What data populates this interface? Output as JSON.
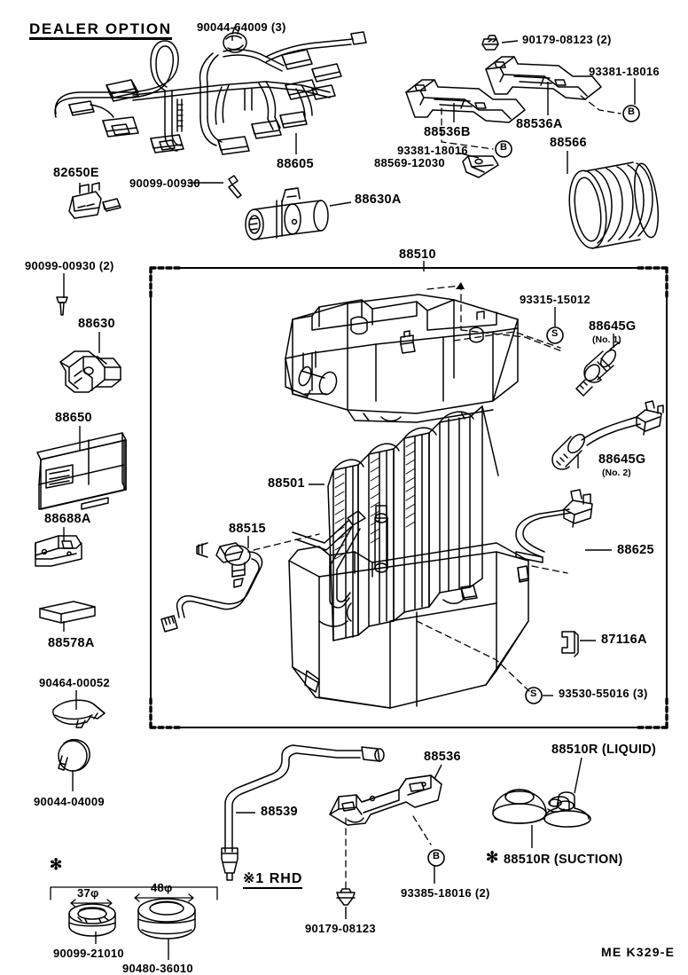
{
  "sheet": {
    "header": "DEALER OPTION",
    "footer_code": "ME  K329-E",
    "rhd_note": "※1 RHD"
  },
  "labels": {
    "harness_clip": "90044-64009 (3)",
    "harness": "88605",
    "relay_connector": "82650E",
    "screw_a": "90099-00930",
    "amplifier_unit": "88630A",
    "nut_top": "90179-08123 (2)",
    "bolt_right": "93381-18016",
    "bracket_b": "88536B",
    "bracket_a": "88536A",
    "bolt_left": "93381-18016",
    "clamp_small": "88569-12030",
    "duct_hose": "88566",
    "screw_b": "90099-00930 (2)",
    "thermistor": "88630",
    "ecu_amplifier": "88650",
    "bracket_88688a": "88688A",
    "insulator_88578a": "88578A",
    "clip_90464": "90464-00052",
    "clamp_90044": "90044-04009",
    "cooler_unit": "88510",
    "screw_93315": "93315-15012",
    "sensor_no1": "88645G",
    "sensor_no1_sub": "(No. 1)",
    "sensor_no2": "88645G",
    "sensor_no2_sub": "(No. 2)",
    "evaporator_core": "88501",
    "expansion_valve": "88515",
    "harness_88625": "88625",
    "clip_87116a": "87116A",
    "screw_93530": "93530-55016 (3)",
    "pipe_88539": "88539",
    "bracket_88536": "88536",
    "bolt_93385": "93385-18016 (2)",
    "nut_90179": "90179-08123",
    "grommet_liquid": "88510R (LIQUID)",
    "grommet_suction": "88510R (SUCTION)",
    "grommet_suction_mark": "✻",
    "dim_37": "37φ",
    "dim_48": "48φ",
    "grommet_90099": "90099-21010",
    "grommet_90480": "90480-36010",
    "asterisk": "✻"
  },
  "markers": {
    "circle_b": "B",
    "circle_s": "S"
  },
  "colors": {
    "ink": "#000000",
    "paper": "#ffffff"
  }
}
